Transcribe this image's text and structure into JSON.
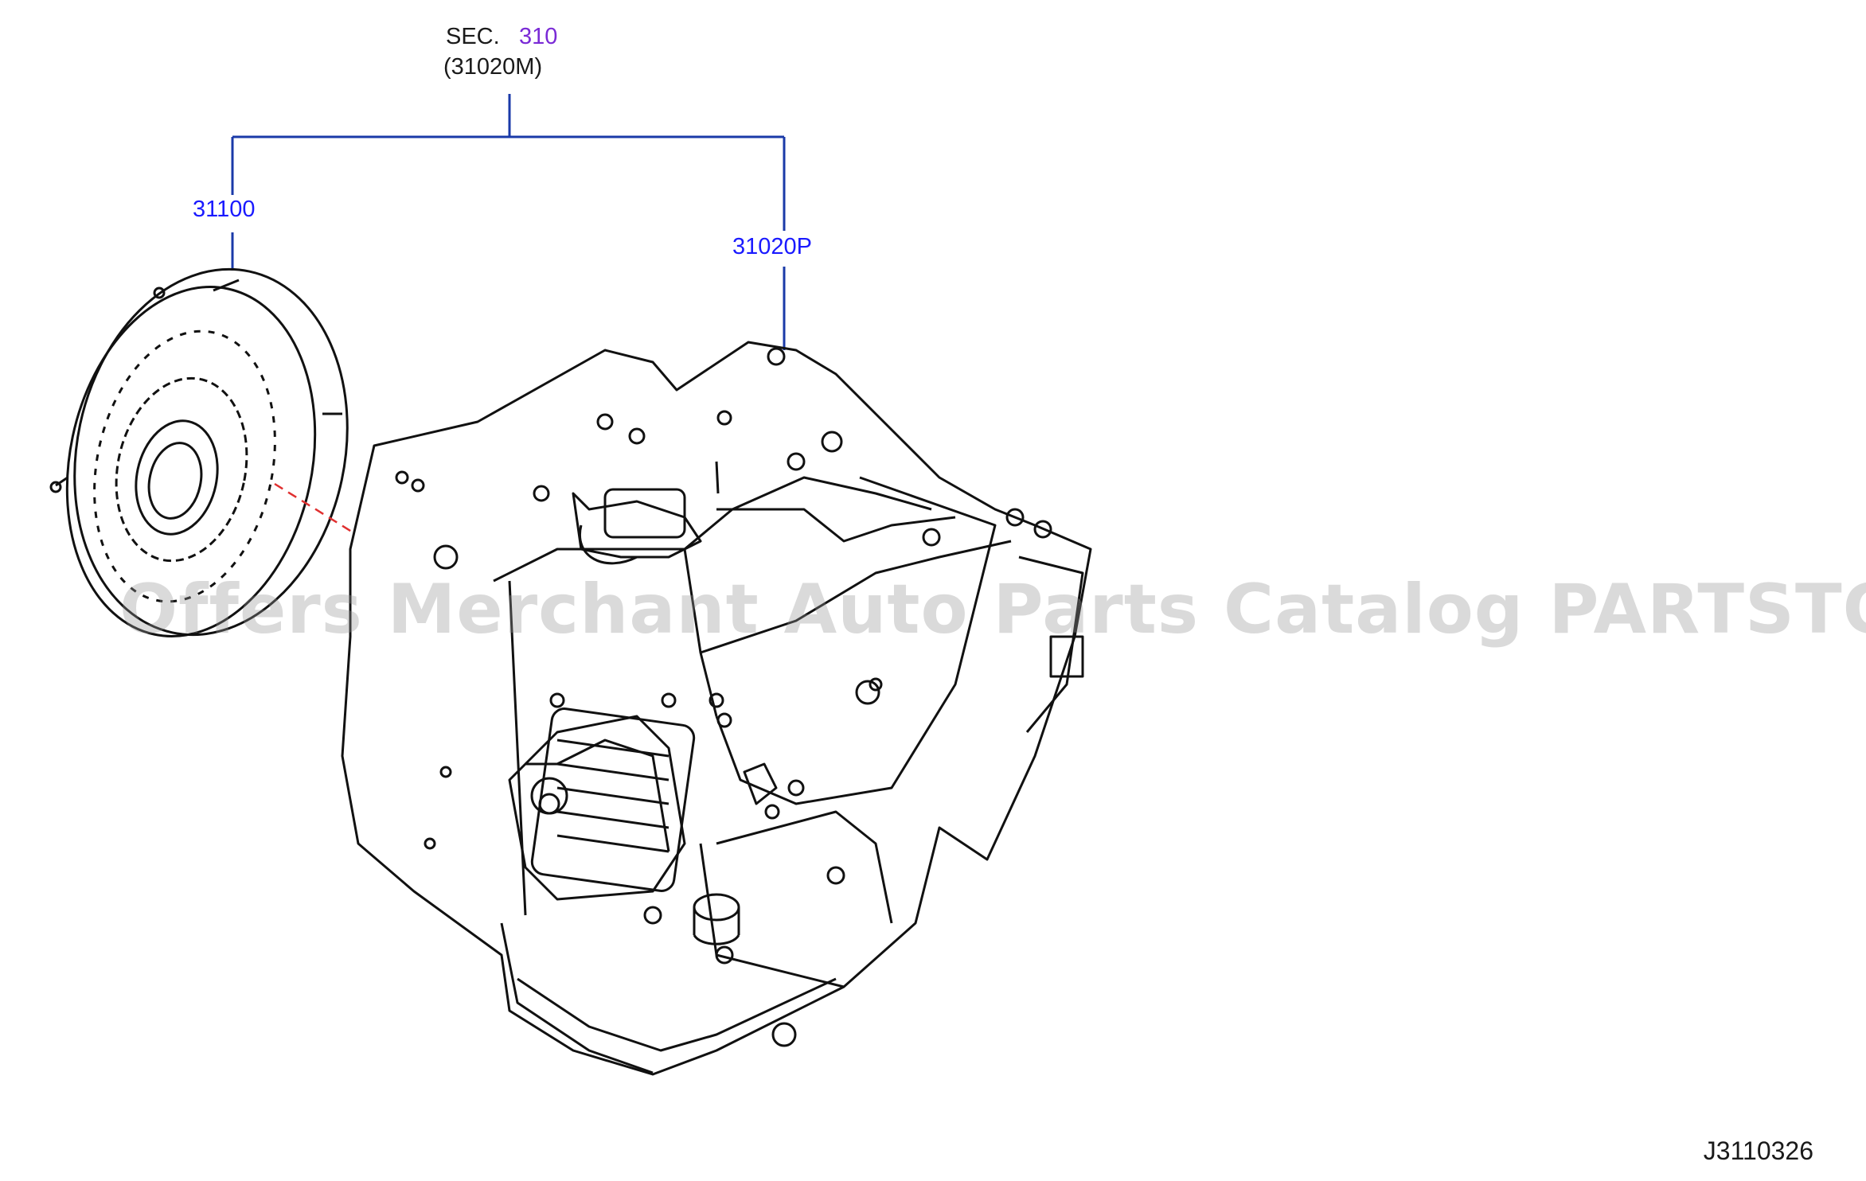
{
  "diagram": {
    "section_prefix": "SEC.",
    "section_number": "310",
    "assembly_code": "(31020M)",
    "part_torque_converter": "31100",
    "part_transmission": "31020P",
    "diagram_id": "J3110326"
  },
  "watermark": {
    "text": "Offers Merchant Auto Parts Catalog PARTSTORE.SA"
  },
  "colors": {
    "line_blue": "#1a3aa8",
    "label_blue": "#1a1aff",
    "label_purple": "#7a2ad6",
    "leader_red": "#e03030"
  }
}
